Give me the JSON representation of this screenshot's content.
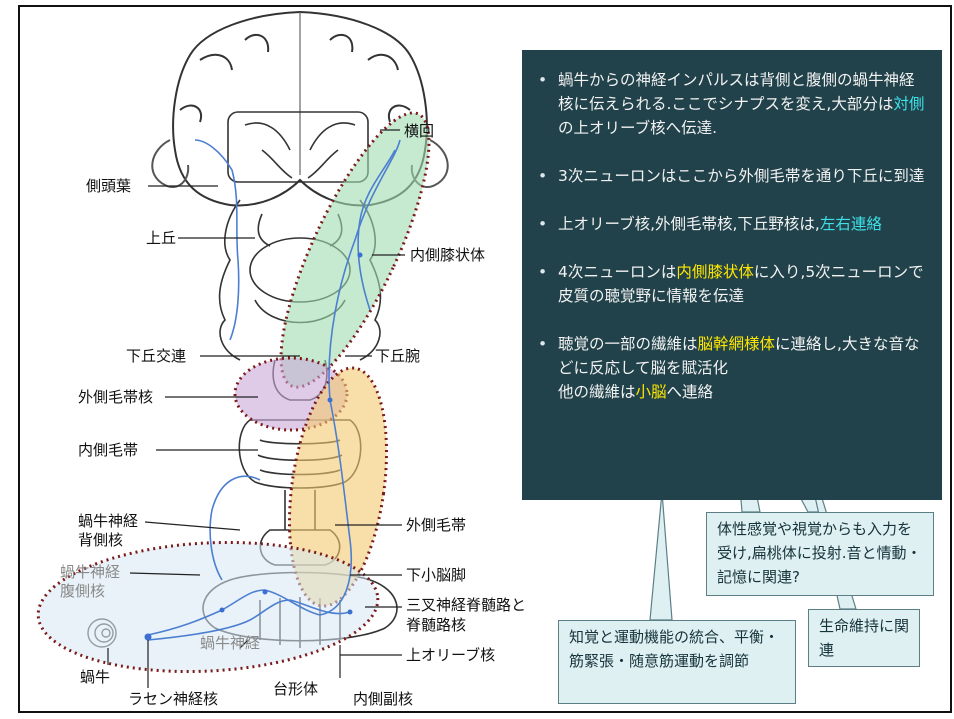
{
  "labels": {
    "hengui": "横回",
    "sokutouyou": "側頭葉",
    "joukyuu": "上丘",
    "naisoku_shitsujoutai": "内側膝状体",
    "kakyuu_kouren": "下丘交連",
    "kakyuu_wan": "下丘腕",
    "gaisoku_moutai_kaku": "外側毛帯核",
    "naisoku_moutai": "内側毛帯",
    "gaisoku_moutai": "外側毛帯",
    "kagyuu_shinkei_haisokukaku_1": "蝸牛神経",
    "kagyuu_shinkei_haisokukaku_2": "背側核",
    "kagyuu_shinkei_fukusokukaku_1": "蝸牛神経",
    "kagyuu_shinkei_fukusokukaku_2": "腹側核",
    "kashounoukyaku": "下小脳脚",
    "sansa_1": "三叉神経脊髄路と",
    "sansa_2": "脊髄路核",
    "kagyuu_shinkei": "蝸牛神経",
    "jou_olive_kaku": "上オリーブ核",
    "kagyuu": "蝸牛",
    "rasen_shinkeikaku": "ラセン神経核",
    "daikeitai": "台形体",
    "naisoku_fukukaku": "内側副核"
  },
  "panel": {
    "b1_a": "蝸牛からの神経インパルスは背側と腹側の蝸牛神経核に伝えられる.ここでシナプスを変え,大部分は",
    "b1_hl": "対側",
    "b1_b": "の上オリーブ核へ伝達.",
    "b2": "3次ニューロンはここから外側毛帯を通り下丘に到達",
    "b3_a": "上オリーブ核,外側毛帯核,下丘野核は,",
    "b3_hl": "左右連絡",
    "b4_a": "4次ニューロンは",
    "b4_hl": "内側膝状体",
    "b4_b": "に入り,5次ニューロンで皮質の聴覚野に情報を伝達",
    "b5_a": "聴覚の一部の繊維は",
    "b5_hl": "脳幹網様体",
    "b5_b": "に連絡し,大きな音などに反応して脳を賦活化",
    "b5_c": "他の繊維は",
    "b5_hl2": "小脳",
    "b5_d": "へ連絡"
  },
  "callouts": {
    "reticular": "体性感覚や視覚からも入力を受け,扁桃体に投射.音と情動・記憶に関連?",
    "life": "生命維持に関連",
    "cerebellum": "知覚と運動機能の統合、平衡・筋緊張・随意筋運動を調節"
  },
  "colors": {
    "panel_bg": "#21424a",
    "highlight_cyan": "#3fe0e8",
    "highlight_yellow": "#ffe600",
    "green_region": "#9fdcb0",
    "purple_region": "#c9a8d8",
    "orange_region": "#f3c96f",
    "blue_region": "#d5e8f3",
    "dotted_outline": "#7a1a1a",
    "pathway": "#4d7fd1"
  }
}
